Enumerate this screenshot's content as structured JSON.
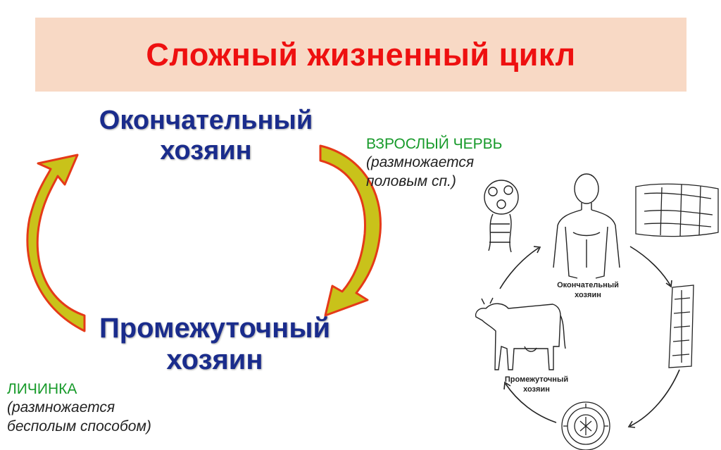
{
  "title": "Сложный жизненный цикл",
  "host_final": {
    "line1": "Окончательный",
    "line2": "хозяин"
  },
  "host_intermediate": {
    "line1": "Промежуточный",
    "line2": "хозяин"
  },
  "adult": {
    "name": "ВЗРОСЛЫЙ ЧЕРВЬ",
    "line1": "(размножается",
    "line2": "половым сп.)"
  },
  "larva": {
    "name": "ЛИЧИНКА",
    "line1": "(размножается",
    "line2": "бесполым способом)"
  },
  "illustration": {
    "final_label": {
      "line1": "Окончательный",
      "line2": "хозяин"
    },
    "intermediate_label": {
      "line1": "Промежуточный",
      "line2": "хозяин"
    }
  },
  "colors": {
    "title_band": "#f8d9c5",
    "title_text": "#ee1010",
    "host_text": "#1a2c8c",
    "stage_label": "#179a2a",
    "arrow_fill": "#c9c21a",
    "arrow_outline": "#e53a18"
  }
}
